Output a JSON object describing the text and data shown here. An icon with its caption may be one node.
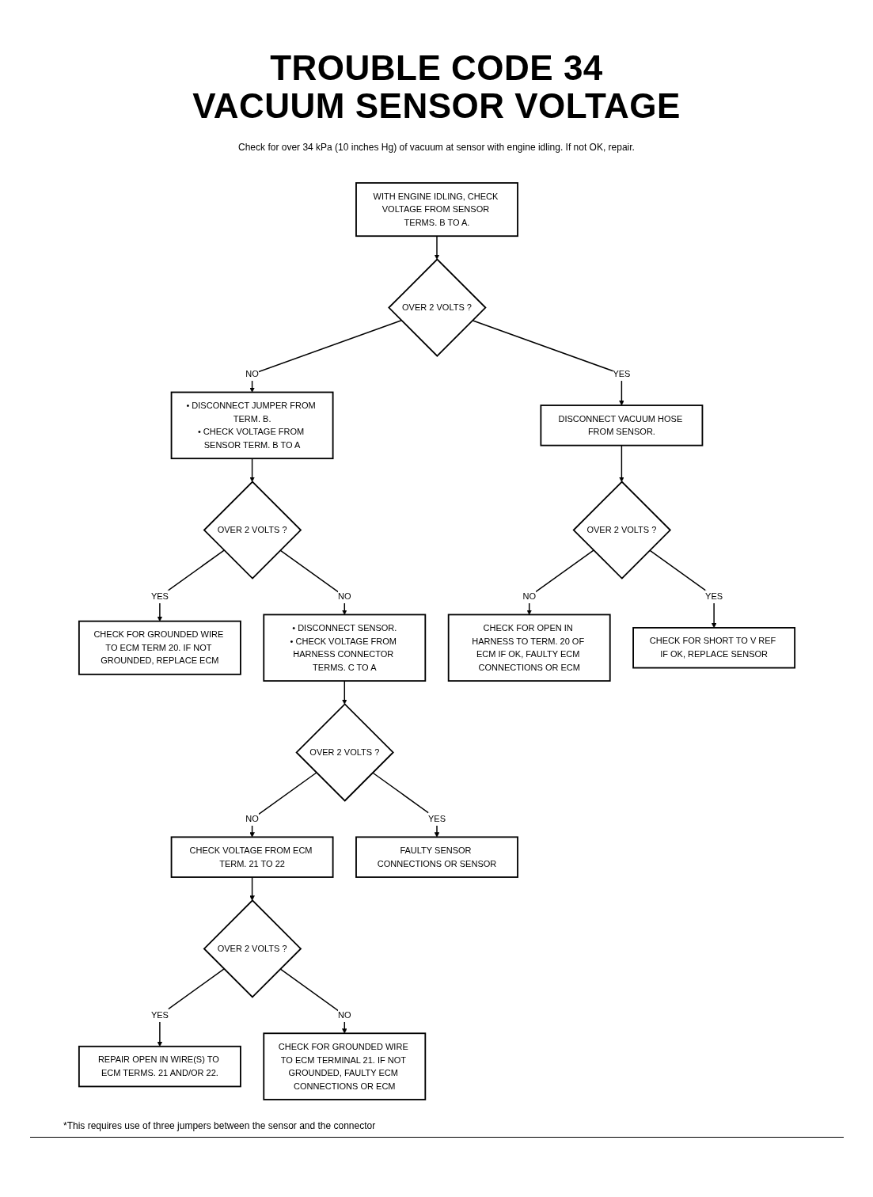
{
  "diagram": {
    "title": "TROUBLE CODE 34 VACUUM SENSOR VOLTAGE",
    "nodes": [
      {
        "text": [
          "WITH ENGINE IDLING, CHECK VOLTAGE FROM SENSOR TERMS. B TO A."
        ]
      },
      {
        "text": [
          "OVER 2 VOLTS ?"
        ]
      },
      {
        "text": [
          "• DISCONNECT JUMPER FROM TERM. B.",
          "• CHECK VOLTAGE FROM SENSOR TERM. B TO A"
        ]
      },
      {
        "text": [
          "DISCONNECT VACUUM HOSE FROM SENSOR."
        ]
      },
      {
        "text": [
          "OVER 2 VOLTS ?"
        ]
      },
      {
        "text": [
          "OVER 2 VOLTS ?"
        ]
      },
      {
        "text": [
          "CHECK FOR GROUNDED WIRE TO ECM TERM 20. IF NOT GROUNDED, REPLACE ECM"
        ]
      },
      {
        "text": [
          "• DISCONNECT SENSOR.",
          "• CHECK VOLTAGE FROM HARNESS CONNECTOR TERMS. C TO A"
        ]
      },
      {
        "text": [
          "CHECK FOR OPEN IN HARNESS TO TERM. 20 OF ECM IF OK, FAULTY ECM CONNECTIONS OR ECM"
        ]
      },
      {
        "text": [
          "CHECK FOR SHORT TO V REF IF OK, REPLACE SENSOR"
        ]
      },
      {
        "text": [
          "OVER 2 VOLTS ?"
        ]
      },
      {
        "text": [
          "CHECK VOLTAGE FROM ECM TERM. 21 TO 22"
        ]
      },
      {
        "text": [
          "FAULTY SENSOR CONNECTIONS OR SENSOR"
        ]
      },
      {
        "text": [
          "OVER 2 VOLTS ?"
        ]
      },
      {
        "text": [
          "REPAIR OPEN IN WIRE(S) TO ECM TERMS. 21 AND/OR 22."
        ]
      },
      {
        "text": [
          "CHECK FOR GROUNDED WIRE TO ECM TERMINAL 21. IF NOT GROUNDED, FAULTY ECM CONNECTIONS OR ECM"
        ]
      }
    ],
    "edges": [
      {
        "from": 0,
        "to": 1,
        "arrow": "to"
      },
      {
        "from": 1,
        "to": 2,
        "arrow": "to",
        "label": "NO"
      },
      {
        "from": 1,
        "to": 3,
        "arrow": "to",
        "label": "YES"
      },
      {
        "from": 2,
        "to": 4,
        "arrow": "to"
      },
      {
        "from": 3,
        "to": 5,
        "arrow": "to"
      },
      {
        "from": 4,
        "to": 6,
        "arrow": "to",
        "label": "YES"
      },
      {
        "from": 4,
        "to": 7,
        "arrow": "to",
        "label": "NO"
      },
      {
        "from": 5,
        "to": 8,
        "arrow": "to",
        "label": "NO"
      },
      {
        "from": 5,
        "to": 9,
        "arrow": "to",
        "label": "YES"
      },
      {
        "from": 7,
        "to": 10,
        "arrow": "to"
      },
      {
        "from": 10,
        "to": 11,
        "arrow": "to",
        "label": "NO"
      },
      {
        "from": 10,
        "to": 12,
        "arrow": "to",
        "label": "YES"
      },
      {
        "from": 11,
        "to": 13,
        "arrow": "to"
      },
      {
        "from": 13,
        "to": 14,
        "arrow": "to",
        "label": "YES"
      },
      {
        "from": 13,
        "to": 15,
        "arrow": "to",
        "label": "NO"
      }
    ],
    "labels": [
      "Check for over 34 kPa (10 inches Hg) of vacuum at sensor with engine idling. If not OK, repair.",
      "*This requires use of three jumpers between the sensor and the connector"
    ]
  }
}
